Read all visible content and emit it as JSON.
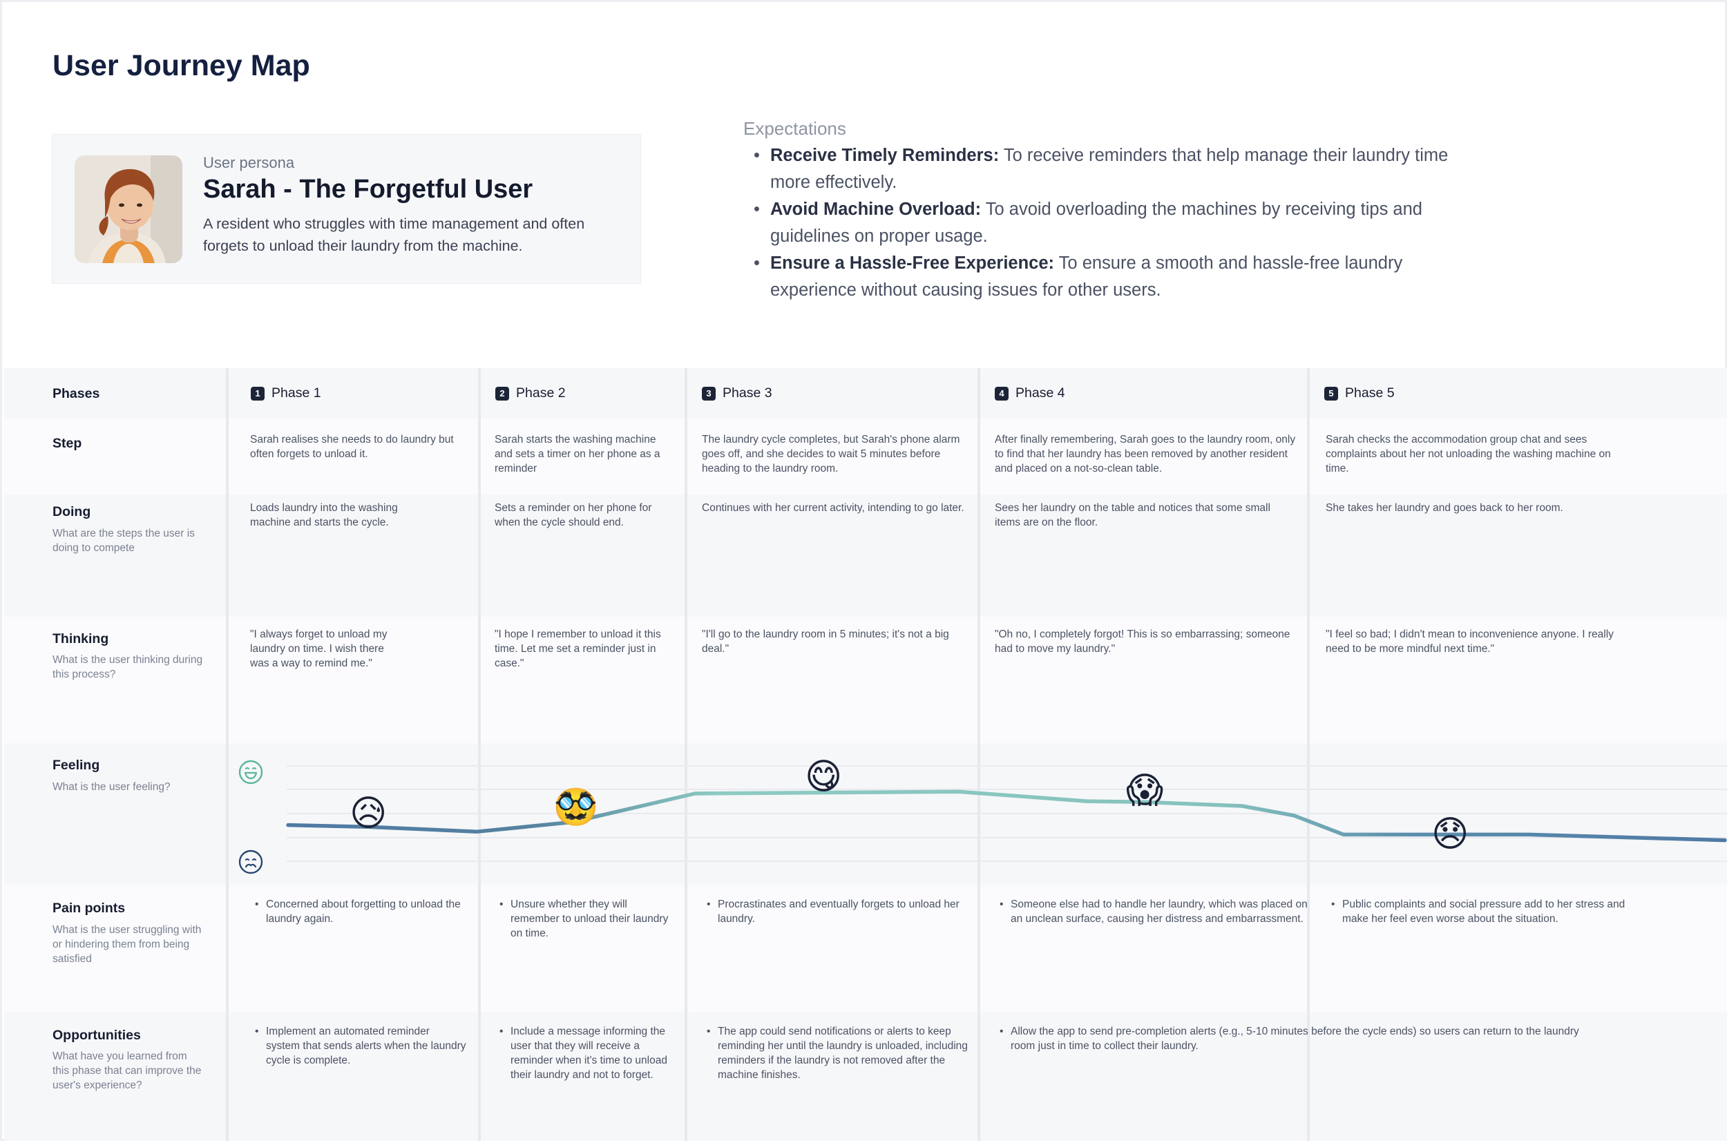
{
  "title": "User Journey Map",
  "persona": {
    "label": "User persona",
    "name": "Sarah - The Forgetful User",
    "description": "A resident who struggles with time management and often forgets to unload their laundry from the machine."
  },
  "expectations": {
    "label": "Expectations",
    "items": [
      {
        "bold": "Receive Timely Reminders:",
        "text": " To receive reminders that help manage their laundry time more effectively."
      },
      {
        "bold": "Avoid Machine Overload:",
        "text": " To avoid overloading the machines by receiving tips and guidelines on proper usage."
      },
      {
        "bold": "Ensure a Hassle-Free Experience:",
        "text": " To ensure a smooth and hassle-free laundry experience without causing issues for other users."
      }
    ]
  },
  "rows": {
    "phases": {
      "label": "Phases"
    },
    "step": {
      "label": "Step"
    },
    "doing": {
      "label": "Doing",
      "sub": "What are the steps the user is doing to compete"
    },
    "thinking": {
      "label": "Thinking",
      "sub": "What is the user thinking during this process?"
    },
    "feeling": {
      "label": "Feeling",
      "sub": "What is the user feeling?"
    },
    "pain": {
      "label": "Pain points",
      "sub": "What is the user struggling with or hindering them from being satisfied"
    },
    "opps": {
      "label": "Opportunities",
      "sub": "What have you learned from this phase that can improve the user's experience?"
    }
  },
  "phases": [
    {
      "num": "1",
      "name": "Phase 1",
      "step": "Sarah realises she needs to do laundry but often forgets to unload it.",
      "doing": "Loads laundry into the washing machine and starts the cycle.",
      "thinking": "\"I always forget to unload my laundry on time. I wish there was a way to remind me.\"",
      "pain": "Concerned about forgetting to unload the laundry again.",
      "opportunity": "Implement an automated reminder system that sends alerts when the laundry cycle is complete."
    },
    {
      "num": "2",
      "name": "Phase 2",
      "step": "Sarah starts the washing machine and sets a timer on her phone as a reminder",
      "doing": "Sets a reminder on her phone for when the cycle should end.",
      "thinking": "\"I hope I remember to unload it this time. Let me set a reminder just in case.\"",
      "pain": "Unsure whether they will remember to unload their laundry on time.",
      "opportunity": "Include a message informing the user that they will receive a reminder when it's time to unload their laundry and not to forget."
    },
    {
      "num": "3",
      "name": "Phase 3",
      "step": "The laundry cycle completes, but Sarah's phone alarm goes off, and she decides to wait 5 minutes before heading to the laundry room.",
      "doing": "Continues with her current activity, intending to go later.",
      "thinking": "\"I'll go to the laundry room in 5 minutes; it's not a big deal.\"",
      "pain": "Procrastinates and eventually forgets to unload her laundry.",
      "opportunity": "The app could send notifications or alerts to keep reminding her until the laundry is unloaded, including reminders if the laundry is not removed after the machine finishes."
    },
    {
      "num": "4",
      "name": "Phase 4",
      "step": "After finally remembering, Sarah goes to the laundry room, only to find that her laundry has been removed by another resident and placed on a not-so-clean table.",
      "doing": "Sees her laundry on the table and notices that some small items are on the floor.",
      "thinking": "\"Oh no, I completely forgot! This is so embarrassing; someone had to move my laundry.\"",
      "pain": "Someone else had to handle her laundry, which was placed on an unclean surface, causing her distress and embarrassment.",
      "opportunity": "Allow the app to send pre-completion alerts (e.g., 5-10 minutes before the cycle ends) so users can return to the laundry room just in time to collect their laundry."
    },
    {
      "num": "5",
      "name": "Phase 5",
      "step": "Sarah checks the accommodation group chat and sees complaints about her not unloading the washing machine on time.",
      "doing": "She takes her laundry and goes back to her room.",
      "thinking": "\"I feel so bad; I didn't mean to inconvenience anyone. I really need to be more mindful next time.\"",
      "pain": "Public complaints and social pressure add to her stress and make her feel even worse about the situation.",
      "opportunity": ""
    }
  ],
  "feeling": {
    "emotions": [
      {
        "phase": 1,
        "emoji": "😥",
        "name": "sad-relieved-face",
        "level": 0.36
      },
      {
        "phase": 2,
        "emoji": "🥸",
        "name": "disguised-face",
        "level": 0.41
      },
      {
        "phase": 3,
        "emoji": "😋",
        "name": "savoring-face",
        "level": 0.72
      },
      {
        "phase": 4,
        "emoji": "😱",
        "name": "screaming-face",
        "level": 0.62
      },
      {
        "phase": 5,
        "emoji": "😞",
        "name": "disappointed-face",
        "level": 0.28
      }
    ],
    "colors": {
      "positive": "#8ccbc2",
      "negative": "#4f79a4",
      "happy_icon": "#5ab59a",
      "sad_icon": "#27466e"
    }
  }
}
